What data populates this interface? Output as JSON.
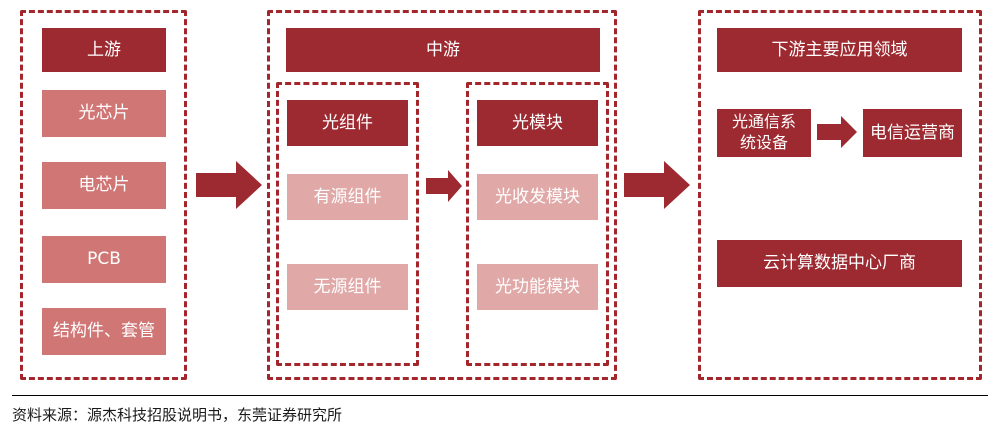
{
  "upstream": {
    "header": "上游",
    "items": [
      "光芯片",
      "电芯片",
      "PCB",
      "结构件、套管"
    ]
  },
  "midstream": {
    "header": "中游",
    "components": {
      "header": "光组件",
      "items": [
        "有源组件",
        "无源组件"
      ]
    },
    "modules": {
      "header": "光模块",
      "items": [
        "光收发模块",
        "光功能模块"
      ]
    }
  },
  "downstream": {
    "header": "下游主要应用领域",
    "telecom_equipment_line1": "光通信系",
    "telecom_equipment_line2": "统设备",
    "telecom_operator": "电信运营商",
    "cloud_datacenter": "云计算数据中心厂商"
  },
  "source": "资料来源：源杰科技招股说明书，东莞证券研究所",
  "colors": {
    "dark_red": "#9c2a30",
    "medium_red": "#d07675",
    "light_pink": "#e1a8a8",
    "frame_dashed": "#a3262c"
  }
}
